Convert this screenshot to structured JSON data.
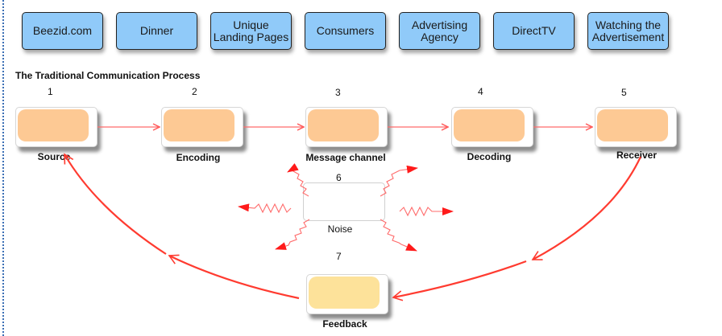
{
  "top_buttons": [
    {
      "label": "Beezid.com"
    },
    {
      "label": "Dinner"
    },
    {
      "label": "Unique\nLanding Pages"
    },
    {
      "label": "Consumers"
    },
    {
      "label": "Advertising\nAgency"
    },
    {
      "label": "DirectTV"
    },
    {
      "label": "Watching the\nAdvertisement"
    }
  ],
  "diagram": {
    "title": "The Traditional Communication Process",
    "steps": [
      {
        "number": "1",
        "label": "Source"
      },
      {
        "number": "2",
        "label": "Encoding"
      },
      {
        "number": "3",
        "label": "Message channel"
      },
      {
        "number": "4",
        "label": "Decoding"
      },
      {
        "number": "5",
        "label": "Receiver"
      },
      {
        "number": "6",
        "label": "Noise"
      },
      {
        "number": "7",
        "label": "Feedback"
      }
    ]
  },
  "colors": {
    "button_fill": "#90caf9",
    "node_fill": "#fdc994",
    "feedback_fill": "#fde29a",
    "arrow": "#ff3b30",
    "noise_arrow": "#ff1a1a",
    "left_rule": "#3b6fb5"
  }
}
